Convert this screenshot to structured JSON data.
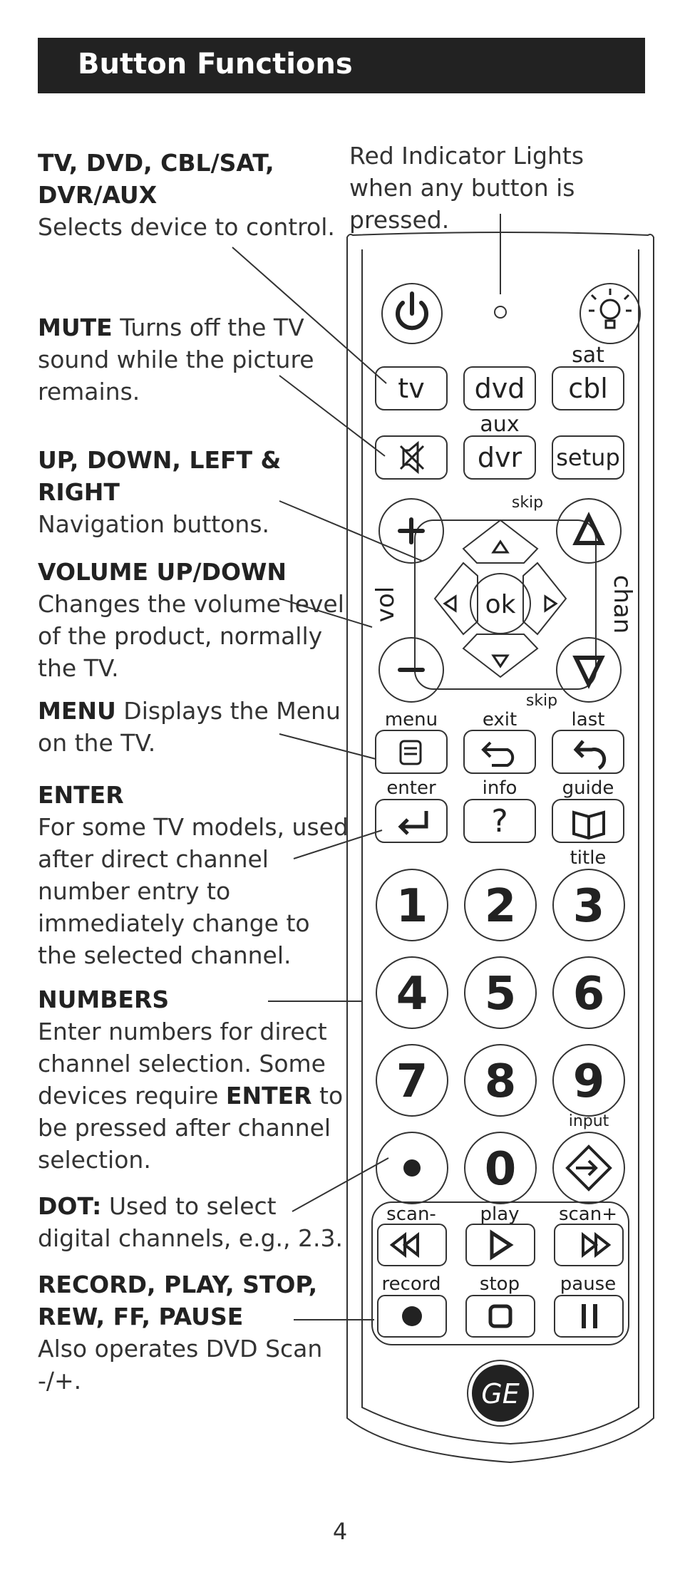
{
  "header": {
    "title": "Button Functions"
  },
  "indicator": {
    "text": "Red Indicator Lights when any button is pressed."
  },
  "descriptions": [
    {
      "head": "TV, DVD, CBL/SAT, DVR/AUX",
      "text": "Selects device to control."
    },
    {
      "head": "MUTE",
      "text": "Turns off the TV sound while the picture remains."
    },
    {
      "head": "UP, DOWN, LEFT & RIGHT",
      "text": "Navigation buttons."
    },
    {
      "head": "VOLUME UP/DOWN",
      "text": "Changes the volume level of the product, normally the TV."
    },
    {
      "head": "MENU",
      "text": "Displays the Menu on the TV."
    },
    {
      "head": "ENTER",
      "text": "For some TV models, used after direct channel number entry to immediately change to the selected channel."
    },
    {
      "head": "NUMBERS",
      "text_a": "Enter numbers for direct channel selection. Some devices require",
      "bold": "ENTER",
      "text_b": "to be pressed after channel selection."
    },
    {
      "head": "DOT:",
      "text": "Used to select digital channels, e.g., 2.3."
    },
    {
      "head": "RECORD, PLAY, STOP, REW, FF, PAUSE",
      "text": "Also operates DVD Scan -/+."
    }
  ],
  "remote": {
    "device_buttons": [
      "tv",
      "dvd",
      "cbl",
      "dvr",
      "setup"
    ],
    "labels": {
      "sat": "sat",
      "aux": "aux",
      "skip_fwd": "skip",
      "skip_back": "skip",
      "vol": "vol",
      "chan": "chan",
      "ok": "ok",
      "menu": "menu",
      "exit": "exit",
      "last": "last",
      "enter": "enter",
      "info": "info",
      "guide": "guide",
      "title": "title",
      "input": "input",
      "scan_minus": "scan-",
      "play": "play",
      "scan_plus": "scan+",
      "record": "record",
      "stop": "stop",
      "pause": "pause",
      "info_glyph": "?"
    },
    "numbers": [
      "1",
      "2",
      "3",
      "4",
      "5",
      "6",
      "7",
      "8",
      "9",
      "0"
    ],
    "logo": "GE"
  },
  "page_number": "4"
}
